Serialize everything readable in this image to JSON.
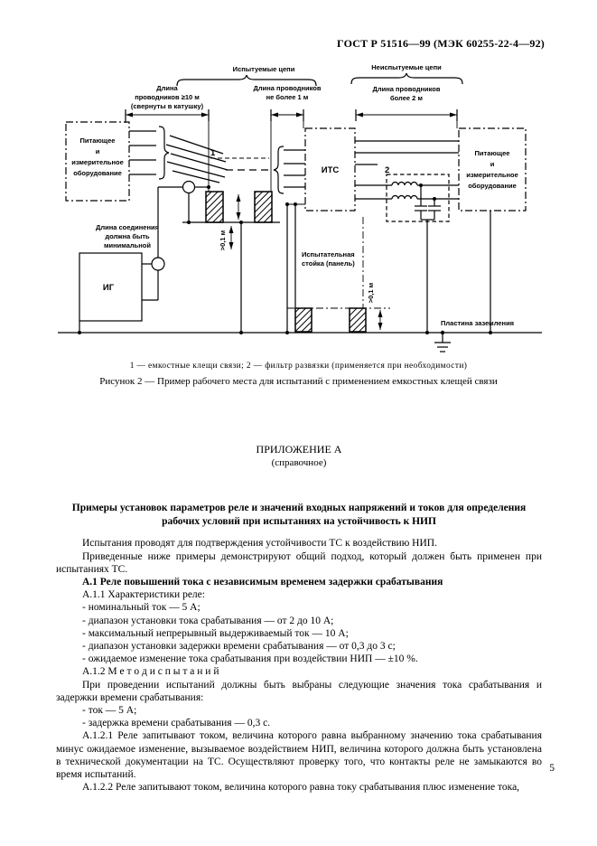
{
  "page": {
    "header": "ГОСТ Р 51516—99 (МЭК 60255-22-4—92)",
    "number": "5"
  },
  "figure": {
    "braces": {
      "tested": "Испытуемые цепи",
      "untested": "Неиспытуемые цепи"
    },
    "dims": {
      "d1": [
        "Длина",
        "проводников ≥10 м",
        "(свернуты в катушку)"
      ],
      "d2": [
        "Длина проводников",
        "не более 1 м"
      ],
      "d3": [
        "Длина проводников",
        "более 2 м"
      ]
    },
    "left_box": [
      "Питающее",
      "и",
      "измерительное",
      "оборудование"
    ],
    "right_box": [
      "Питающее",
      "и",
      "измерительное",
      "оборудование"
    ],
    "eut": "ИТС",
    "generator": "ИГ",
    "marker1": "1",
    "marker2": "2",
    "min_length": [
      "Длина соединения",
      "должна быть",
      "минимальной"
    ],
    "rack": [
      "Испытательная",
      "стойка (панель)"
    ],
    "clamp_distance": ">0,1 м",
    "rack_distance": ">0,1 м",
    "ground_plate": "Пластина заземления",
    "legend": "1 — емкостные клещи связи; 2 — фильтр развязки (применяется при необходимости)",
    "caption": "Рисунок 2 — Пример рабочего места для испытаний с применением емкостных клещей связи"
  },
  "appendix": {
    "title": "ПРИЛОЖЕНИЕ А",
    "subtitle": "(справочное)",
    "heading": "Примеры установок параметров реле и значений входных напряжений и токов для определения рабочих условий при испытаниях на устойчивость к НИП",
    "paragraphs": [
      {
        "text": "Испытания проводят для подтверждения устойчивости ТС к воздействию НИП."
      },
      {
        "text": "Приведенные ниже примеры демонстрируют общий подход, который должен быть применен при испытаниях ТС."
      },
      {
        "text": "А.1 Реле повышений тока с независимым временем задержки срабатывания"
      },
      {
        "text": "А.1.1 Характеристики реле:"
      },
      {
        "text": "- номинальный ток — 5 А;"
      },
      {
        "text": "- диапазон установки тока срабатывания — от 2 до 10 А;"
      },
      {
        "text": "- максимальный непрерывный выдерживаемый ток — 10 А;"
      },
      {
        "text": "- диапазон установки задержки времени срабатывания — от 0,3 до 3 с;"
      },
      {
        "text": "- ожидаемое изменение тока срабатывания при воздействии НИП — ±10 %."
      },
      {
        "text": "А.1.2 М е т о д  и с п ы т а н и й"
      },
      {
        "text": "При проведении испытаний должны быть выбраны следующие значения тока срабатывания и задержки времени срабатывания:"
      },
      {
        "text": "- ток — 5 А;"
      },
      {
        "text": "- задержка времени срабатывания — 0,3 с."
      },
      {
        "text": "А.1.2.1 Реле запитывают током, величина которого равна выбранному значению тока срабатывания минус ожидаемое изменение, вызываемое воздействием НИП, величина которого должна быть установлена в технической документации на ТС. Осуществляют проверку того, что контакты реле не замыкаются во время испытаний."
      },
      {
        "text": "А.1.2.2 Реле запитывают током, величина которого равна току срабатывания плюс изменение тока,"
      }
    ]
  }
}
